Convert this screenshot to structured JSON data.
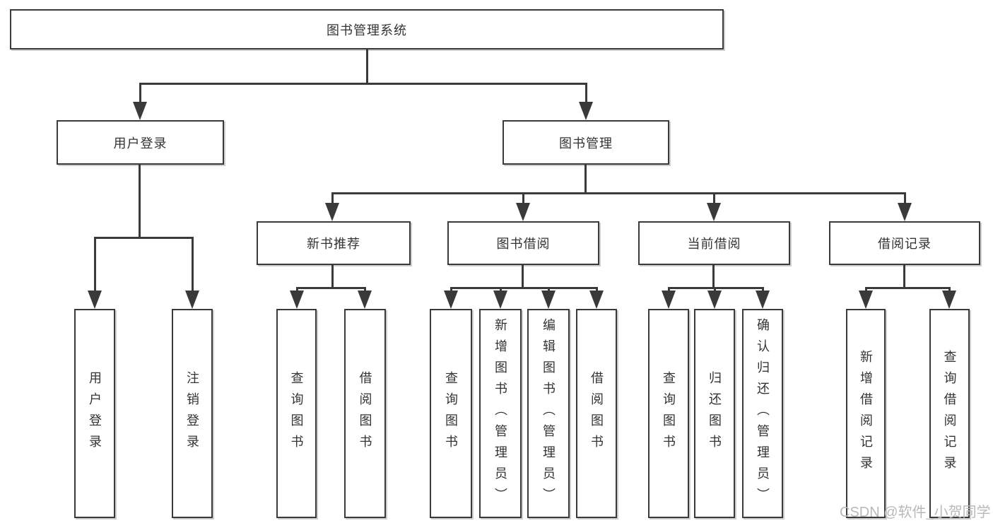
{
  "root": {
    "label": "图书管理系统"
  },
  "branches": [
    {
      "label": "用户登录",
      "children": [
        "用户登录",
        "注销登录"
      ]
    },
    {
      "label": "图书管理",
      "groups": [
        {
          "label": "新书推荐",
          "children": [
            "查询图书",
            "借阅图书"
          ]
        },
        {
          "label": "图书借阅",
          "children": [
            "查询图书",
            "新增图书（管理员）",
            "编辑图书（管理员）",
            "借阅图书"
          ]
        },
        {
          "label": "当前借阅",
          "children": [
            "查询图书",
            "归还图书",
            "确认归还（管理员）"
          ]
        },
        {
          "label": "借阅记录",
          "children": [
            "新增借阅记录",
            "查询借阅记录"
          ]
        }
      ]
    }
  ],
  "watermark": "CSDN @软件_小贺同学",
  "colors": {
    "line": "#3a3a3a",
    "text": "#333333",
    "box_bg": "#ffffff",
    "watermark": "#b9b9b9",
    "background": "#ffffff"
  }
}
